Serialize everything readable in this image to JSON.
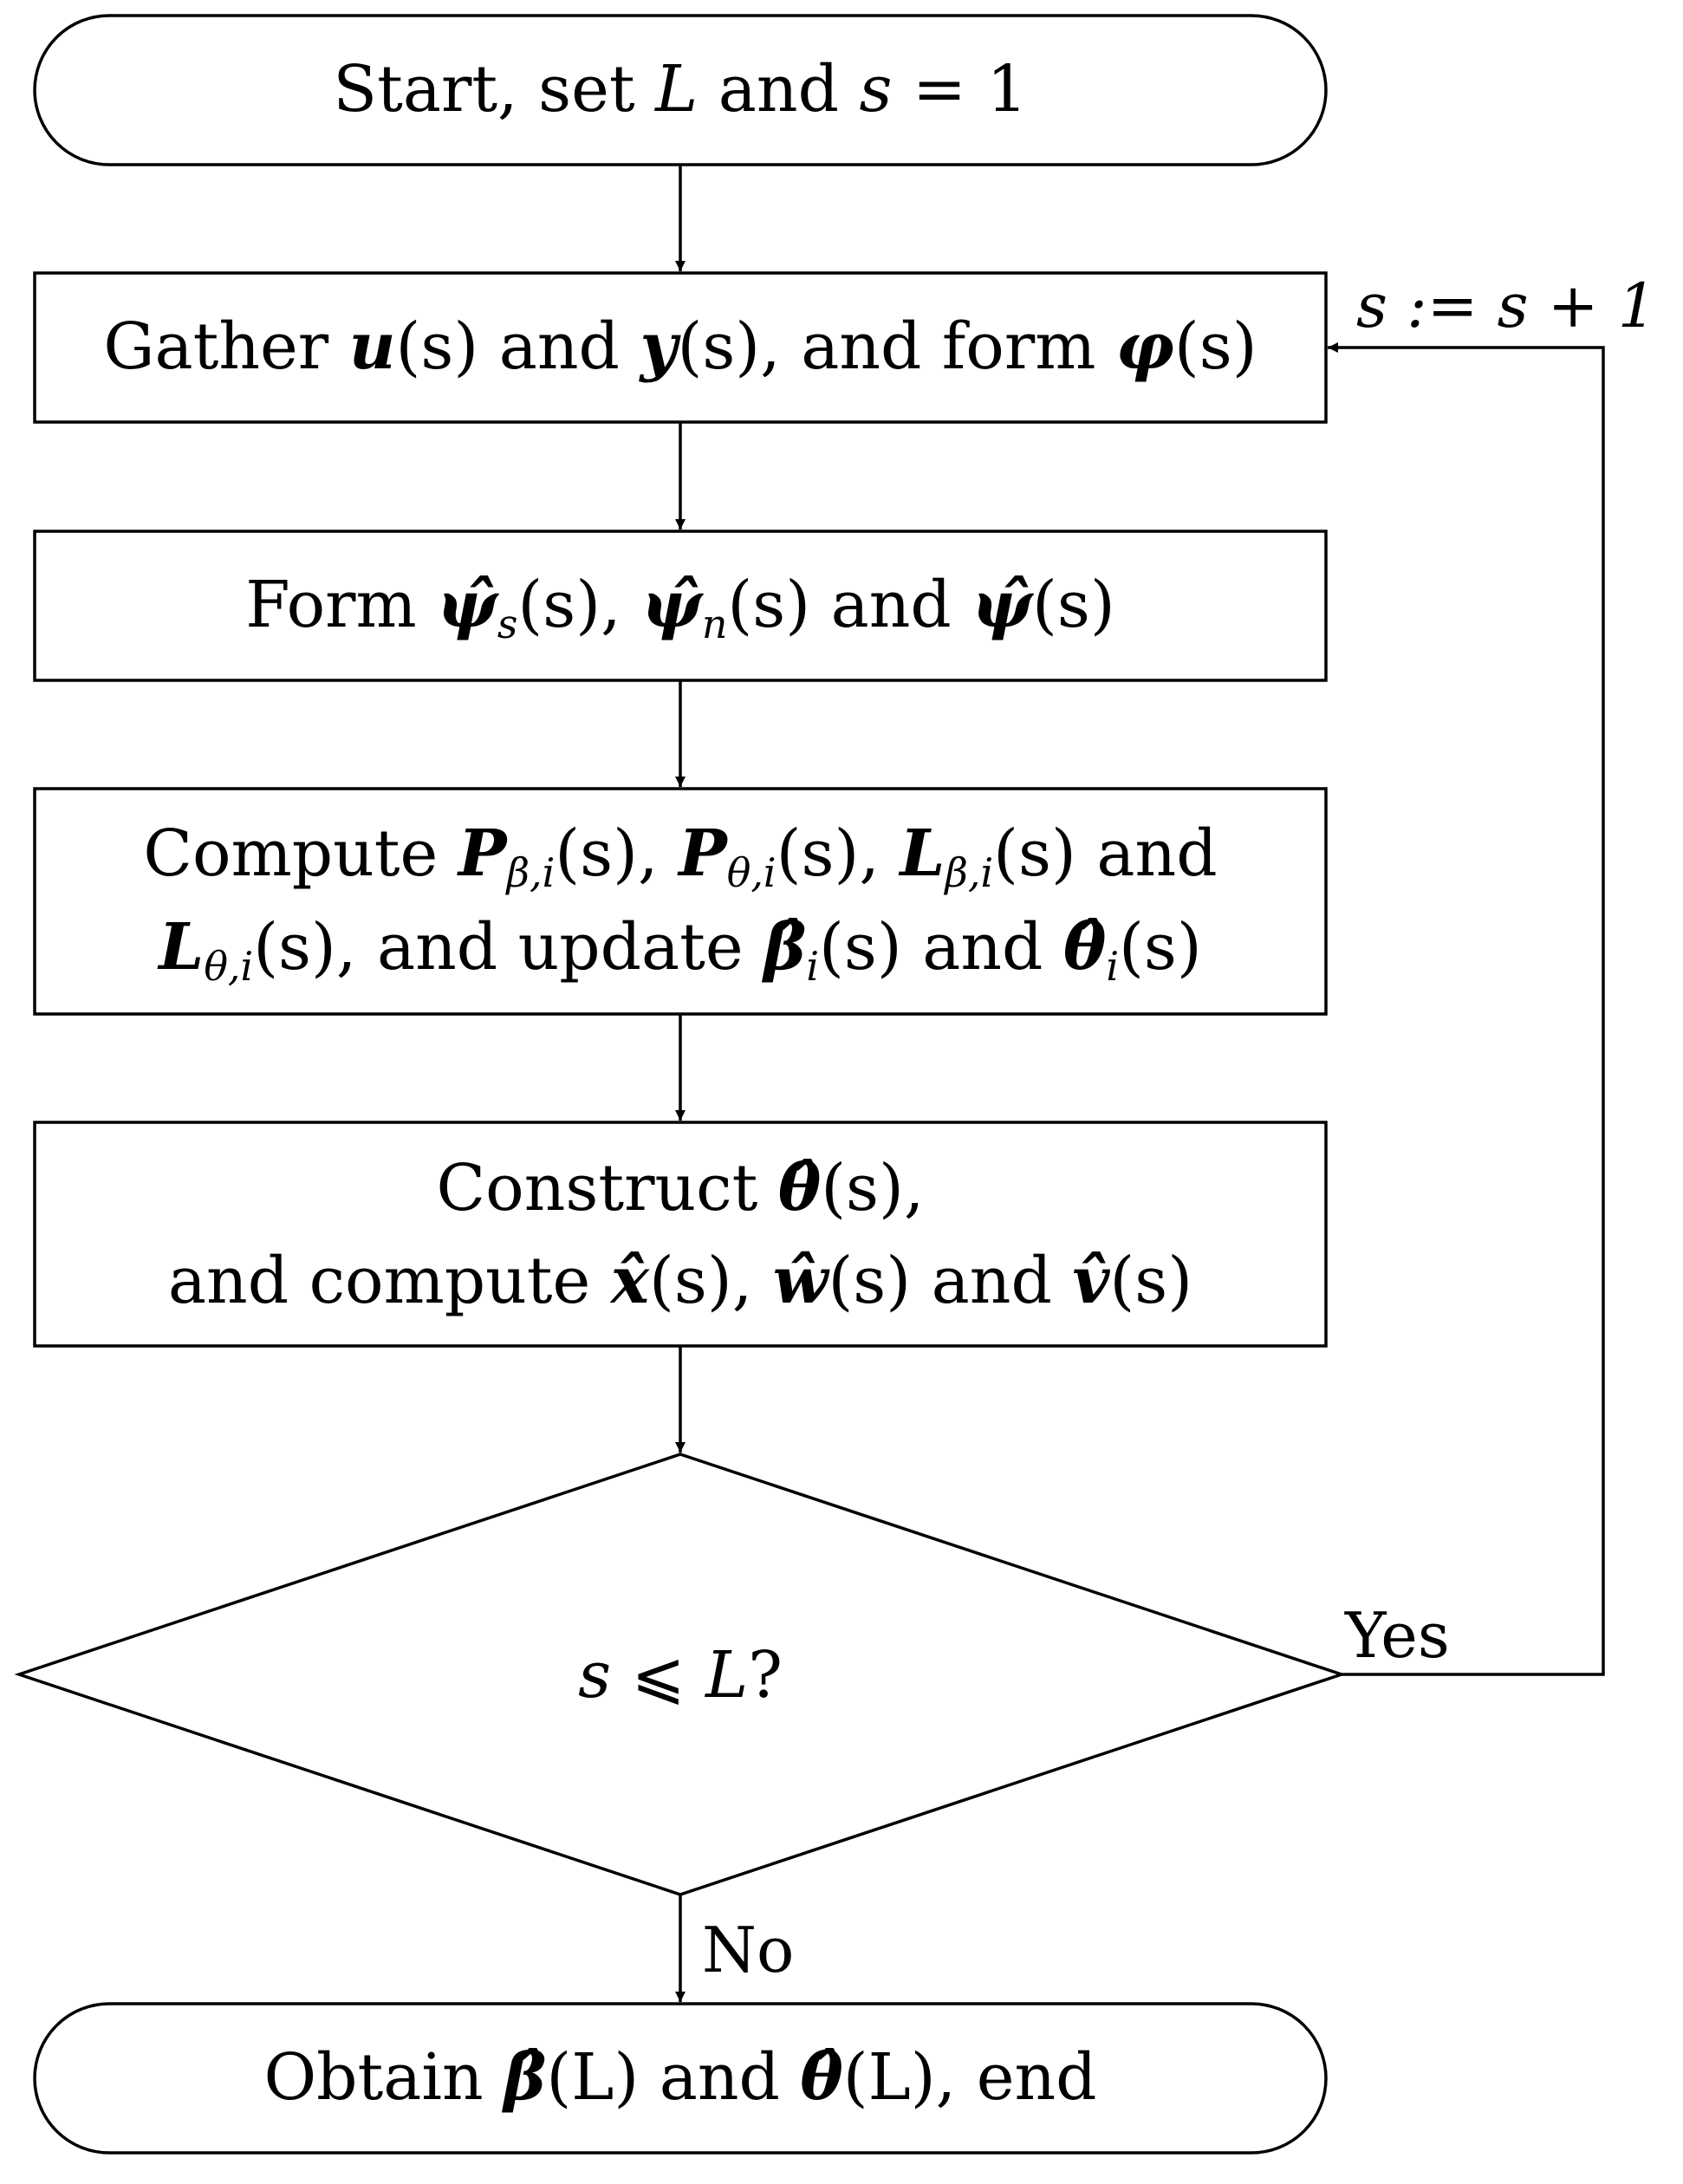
{
  "nodes": {
    "start": {
      "l_start": "Start, set ",
      "v_L": "L",
      "l_and": " and ",
      "v_s": "s",
      "eq": " = 1"
    },
    "gather": {
      "g1": "Gather ",
      "u": "u",
      "s1": "(s)",
      "and1": " and ",
      "y": "y",
      "s2": "(s)",
      "g2": ", and form ",
      "phi": "φ",
      "s3": "(s)"
    },
    "form_psi": {
      "f1": "Form ",
      "psi_s": "ψ̂",
      "sub_s": "s",
      "s1": "(s)",
      "comma": ", ",
      "psi_n": "ψ̂",
      "sub_n": "n",
      "s2": "(s)",
      "and1": " and ",
      "psi": "ψ̂",
      "s3": "(s)"
    },
    "compute": {
      "c1": "Compute ",
      "P1": "P",
      "P1_sub": "β,i",
      "s1": "(s)",
      "comma1": ", ",
      "P2": "P",
      "P2_sub": "θ,i",
      "s2": "(s)",
      "comma2": ", ",
      "L1": "L",
      "L1_sub": "β,i",
      "s3": "(s)",
      "and1": " and",
      "L2": "L",
      "L2_sub": "θ,i",
      "s4": "(s)",
      "upd": ", and update ",
      "beta": "β̂",
      "beta_sub": "i",
      "s5": "(s)",
      "and2": " and ",
      "theta": "θ̂",
      "theta_sub": "i",
      "s6": "(s)"
    },
    "construct": {
      "c1": "Construct ",
      "theta": "θ̂",
      "s1": "(s)",
      "comma": ",",
      "a1": "and compute ",
      "x": "x̂",
      "s2": "(s)",
      "comma2": ", ",
      "w": "ŵ",
      "s3": "(s)",
      "and1": " and ",
      "v": "v̂",
      "s4": "(s)"
    },
    "decision": {
      "s": "s",
      "leq": " ⩽ ",
      "L": "L",
      "q": "?"
    },
    "end": {
      "o1": "Obtain ",
      "beta": "β̂",
      "L1": "(L)",
      "and1": " and ",
      "theta": "θ̂",
      "L2": "(L)",
      "e": ", end"
    }
  },
  "edges": {
    "yes_label": "Yes",
    "no_label": "No",
    "loop_label": "s := s + 1"
  }
}
